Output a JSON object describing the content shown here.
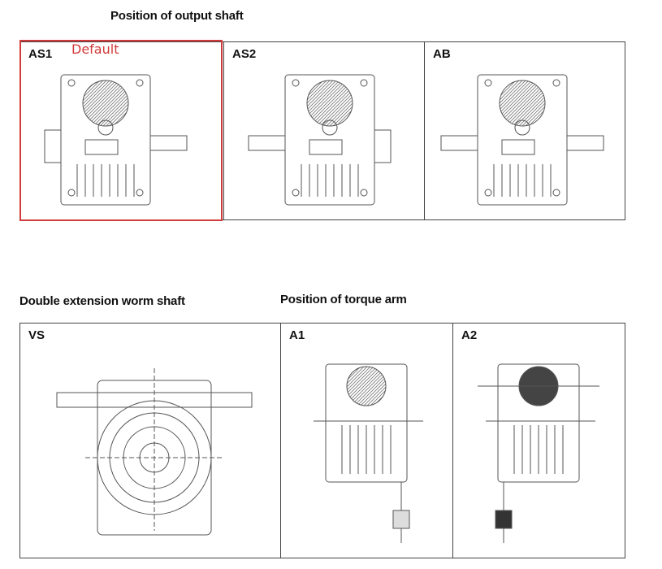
{
  "sections": {
    "output_shaft": {
      "title": "Position of output shaft",
      "cells": [
        {
          "label": "AS1",
          "badge": "Default"
        },
        {
          "label": "AS2"
        },
        {
          "label": "AB"
        }
      ]
    },
    "worm_shaft": {
      "title": "Double extension worm shaft",
      "cells": [
        {
          "label": "VS"
        }
      ]
    },
    "torque_arm": {
      "title": "Position of torque arm",
      "cells": [
        {
          "label": "A1"
        },
        {
          "label": "A2"
        }
      ]
    }
  },
  "colors": {
    "highlight": "#d23b3b",
    "line": "#444444"
  }
}
